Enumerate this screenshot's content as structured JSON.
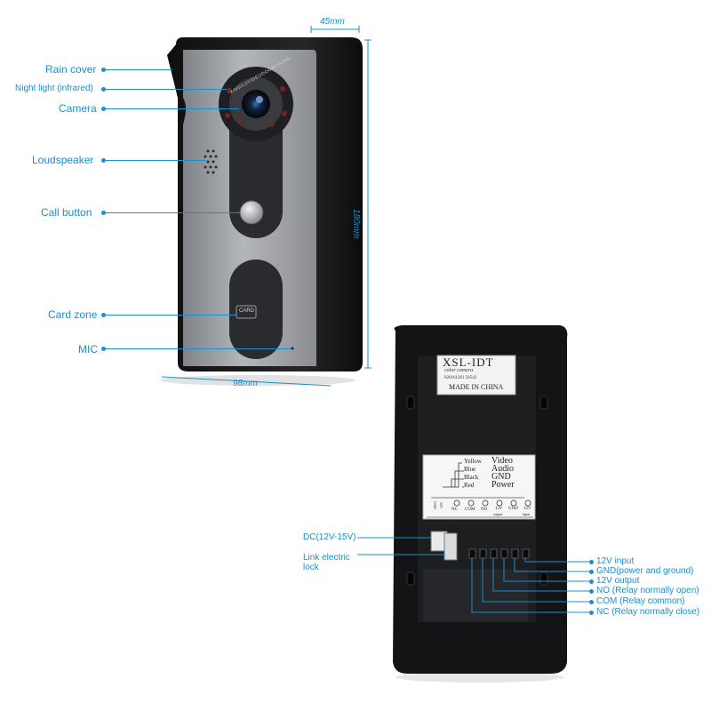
{
  "front_labels": {
    "rain_cover": "Rain cover",
    "night_light": "Night light (infrared)",
    "camera": "Camera",
    "loudspeaker": "Loudspeaker",
    "call_button": "Call button",
    "card_zone": "Card zone",
    "mic": "MIC"
  },
  "dimensions": {
    "depth": "45mm",
    "height": "180mm",
    "width": "98mm"
  },
  "lens_text": "XINSILUVIDEODOORPHONE",
  "card_text": "CARD",
  "label_sticker": {
    "model": "XSL-IDT",
    "subtitle": "color camera",
    "serial": "020161201 50542",
    "origin": "MADE IN CHINA"
  },
  "wiring_sticker": {
    "wires": [
      {
        "color": "Yellow",
        "signal": "Video"
      },
      {
        "color": "Blue",
        "signal": "Audio"
      },
      {
        "color": "Black",
        "signal": "GND"
      },
      {
        "color": "Red",
        "signal": "Power"
      }
    ],
    "terminals": [
      "NC",
      "COM",
      "NO",
      "12V",
      "GND",
      "12V"
    ],
    "terminal_sub": [
      "",
      "",
      "",
      "output",
      "",
      "input"
    ],
    "dc_side": [
      "12V",
      "GND"
    ]
  },
  "back_labels": {
    "dc": "DC(12V-15V)",
    "link_lock_line1": "Link electric",
    "link_lock_line2": "lock",
    "input_12v": "12V input",
    "gnd": "GND(power and ground)",
    "output_12v": "12V output",
    "no": "NO (Relay normally open)",
    "com": "COM (Relay common)",
    "nc": "NC (Relay normally close)"
  },
  "colors": {
    "accent": "#1a8fd0",
    "housing": "#1b1b1d",
    "panel": "#9a9da2",
    "strip": "#2a2b2e"
  }
}
